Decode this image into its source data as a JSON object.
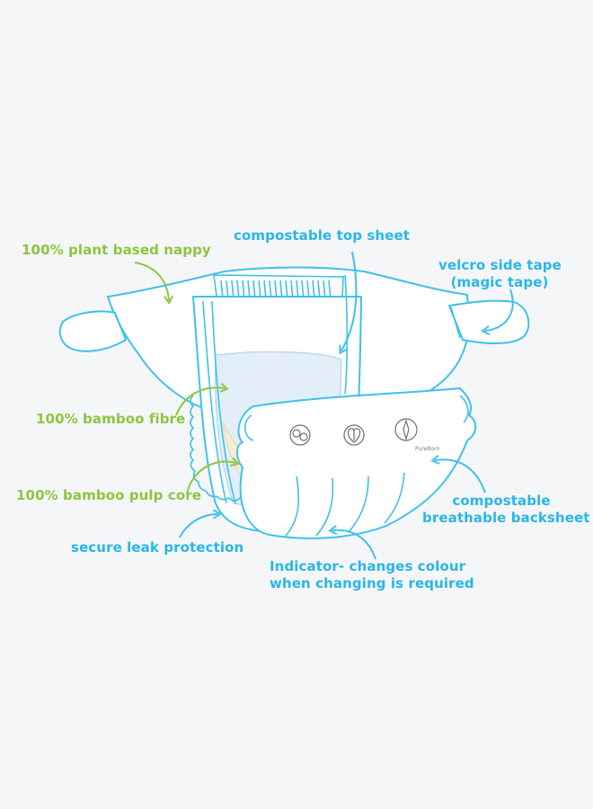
{
  "colors": {
    "background": "#f5f6f8",
    "outline": "#3fc1ea",
    "green_label": "#8cc63f",
    "blue_label": "#29b6e8",
    "pad": "#e3eef8",
    "core": "#f6ecd2"
  },
  "labels": {
    "plant_based": "100% plant based nappy",
    "top_sheet": "compostable top sheet",
    "velcro_line1": "velcro side tape",
    "velcro_line2": "(magic tape)",
    "bamboo_fibre": "100% bamboo fibre",
    "bamboo_core": "100% bamboo pulp core",
    "leak": "secure leak protection",
    "backsheet_line1": "compostable",
    "backsheet_line2": "breathable backsheet",
    "indicator_line1": "Indicator- changes colour",
    "indicator_line2": "when changing is required"
  },
  "brand_mark": "PureBorn",
  "icons": [
    "leaf-circle-icon",
    "heart-tree-icon",
    "compass-icon"
  ]
}
